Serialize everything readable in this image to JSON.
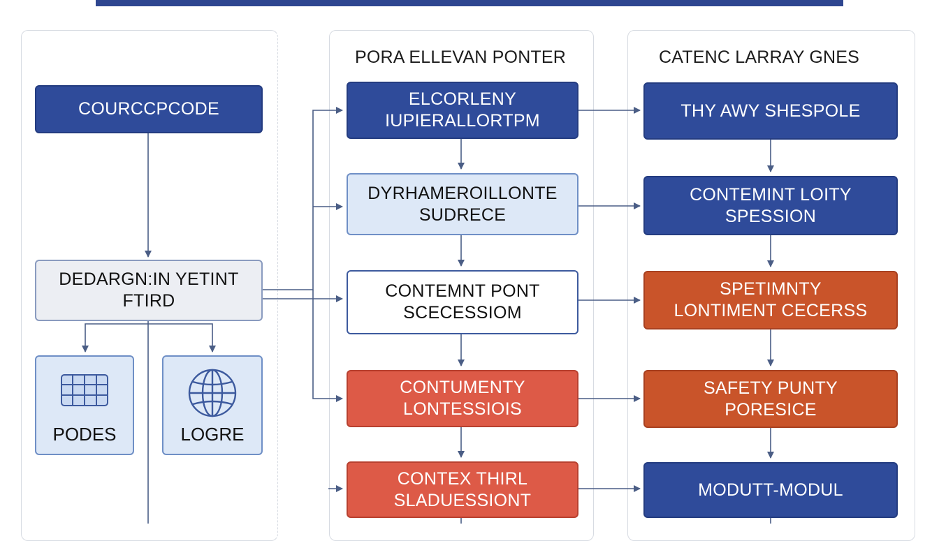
{
  "panels": {
    "middle_title": "PORA ELLEVAN PONTER",
    "right_title": "CATENC LARRAY GNES"
  },
  "left": {
    "source_box": "COURCCPCODE",
    "design_box": [
      "DEDARGN:IN YETINT",
      "FTIRD"
    ],
    "card_a": {
      "label": "PODES",
      "icon": "grid-icon"
    },
    "card_b": {
      "label": "LOGRE",
      "icon": "globe-icon"
    }
  },
  "middle": {
    "box1": [
      "ELCORLENY",
      "IUPIERALLORTPM"
    ],
    "box2": [
      "DYRHAMEROILLONTE",
      "SUDRECE"
    ],
    "box3": [
      "CONTEMNT PONT",
      "SCECESSIOM"
    ],
    "box4": [
      "CONTUMENTY",
      "LONTESSIOIS"
    ],
    "box5": [
      "CONTEX THIRL",
      "SLADUESSIONT"
    ]
  },
  "right": {
    "box1": [
      "THY AWY SHESPOLE"
    ],
    "box2": [
      "CONTEMINT LOITY",
      "SPESSION"
    ],
    "box3": [
      "SPETIMNTY",
      "LONTIMENT CECERSS"
    ],
    "box4": [
      "SAFETY PUNTY",
      "PORESICE"
    ],
    "box5": [
      "MODUTT-MODUL"
    ]
  },
  "colors": {
    "dark_blue": "#2f4b9a",
    "light_blue": "#dde8f7",
    "red": "#dd5a47",
    "orange": "#c9542a",
    "connector": "#4a5d85"
  }
}
